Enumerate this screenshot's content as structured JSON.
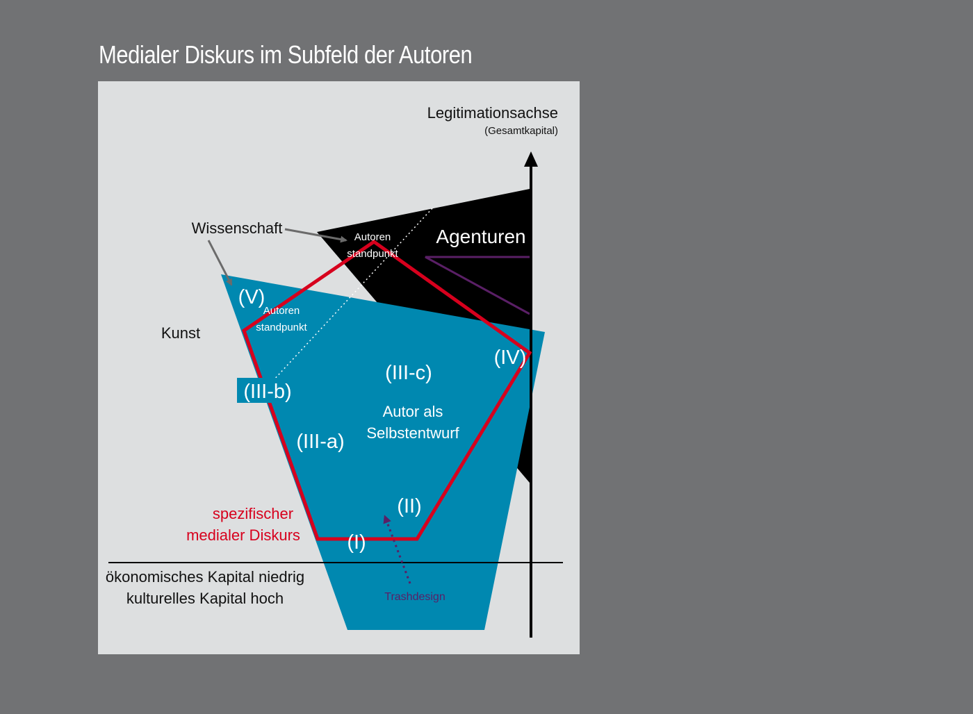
{
  "title": "Medialer Diskurs im Subfeld der Autoren",
  "colors": {
    "background": "#717274",
    "panel": "#dddfe0",
    "teal": "#0088b0",
    "black": "#000000",
    "red": "#d7001d",
    "purple": "#5a1f66",
    "white": "#ffffff"
  },
  "axis": {
    "label": "Legitimationsachse",
    "sublabel": "(Gesamtkapital)"
  },
  "bottom_label": {
    "line1": "ökonomisches Kapital niedrig",
    "line2": "kulturelles Kapital hoch"
  },
  "labels": {
    "wissenschaft": "Wissenschaft",
    "kunst": "Kunst",
    "agenturen": "Agenturen",
    "standpunkt_top_1": "Autoren",
    "standpunkt_top_2": "standpunkt",
    "standpunkt_left_1": "Autoren",
    "standpunkt_left_2": "standpunkt",
    "autor_line1": "Autor als",
    "autor_line2": "Selbstentwurf",
    "diskurs_line1": "spezifischer",
    "diskurs_line2": "medialer Diskurs",
    "trashdesign": "Trashdesign"
  },
  "positions": {
    "I": "(I)",
    "II": "(II)",
    "IIIa": "(III-a)",
    "IIIb": "(III-b)",
    "IIIc": "(III-c)",
    "IV": "(IV)",
    "V": "(V)"
  }
}
